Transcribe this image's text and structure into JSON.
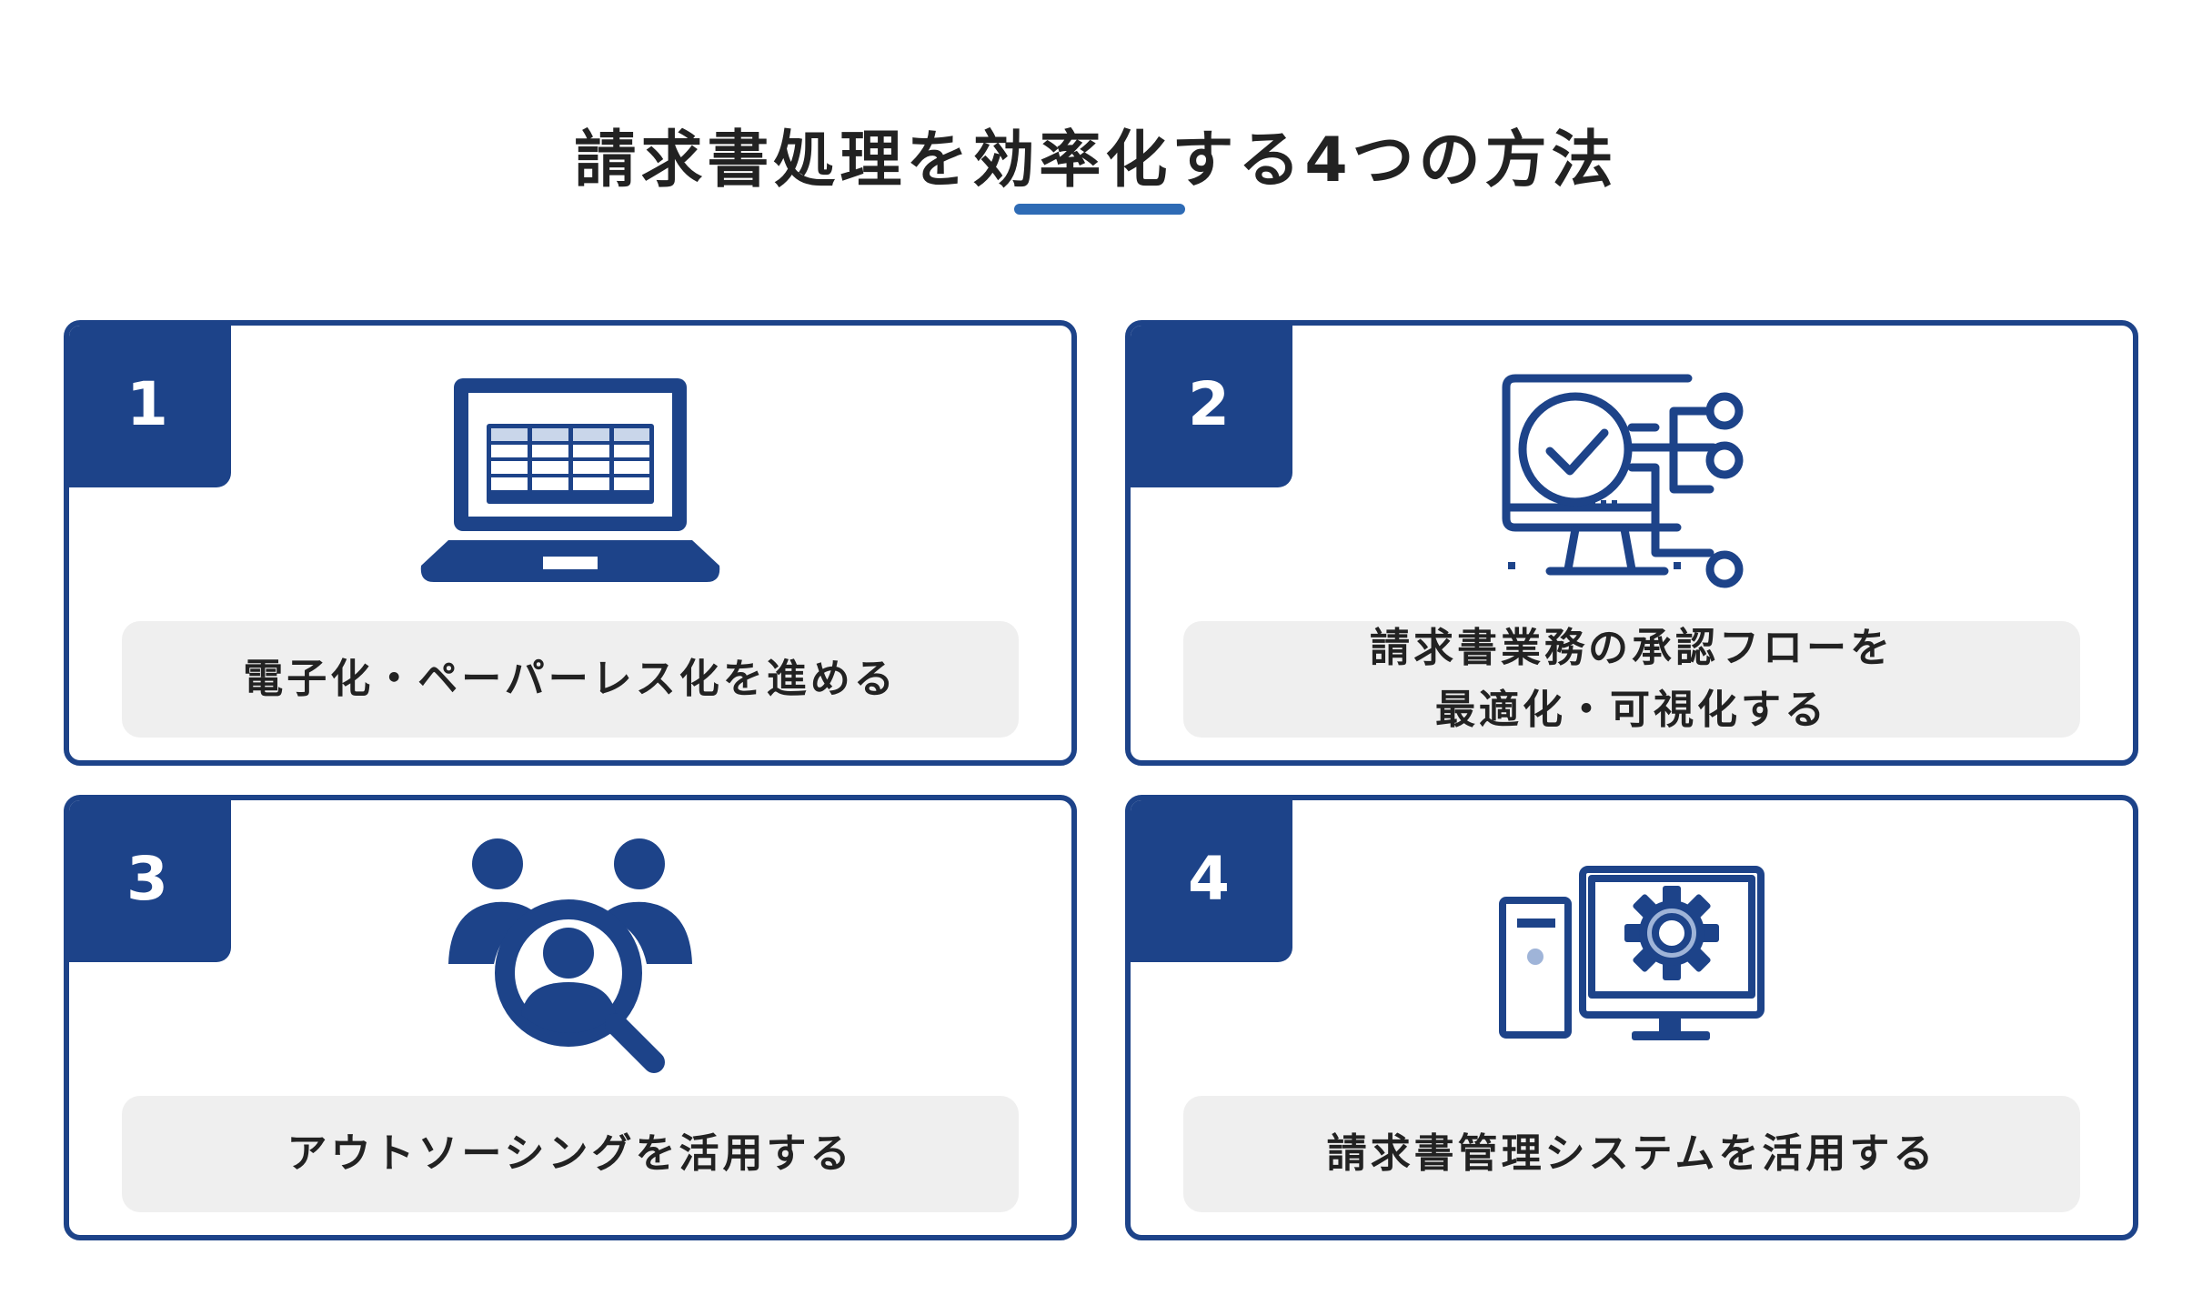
{
  "title": "請求書処理を効率化する4つの方法",
  "colors": {
    "primary": "#1d4389",
    "accent": "#2e6bb5",
    "label_bg": "#efefef"
  },
  "methods": [
    {
      "number": "1",
      "icon": "laptop-spreadsheet-icon",
      "label_lines": [
        "電子化・ペーパーレス化を進める"
      ]
    },
    {
      "number": "2",
      "icon": "monitor-approval-flow-icon",
      "label_lines": [
        "請求書業務の承認フローを",
        "最適化・可視化する"
      ]
    },
    {
      "number": "3",
      "icon": "people-search-icon",
      "label_lines": [
        "アウトソーシングを活用する"
      ]
    },
    {
      "number": "4",
      "icon": "computer-settings-icon",
      "label_lines": [
        "請求書管理システムを活用する"
      ]
    }
  ]
}
